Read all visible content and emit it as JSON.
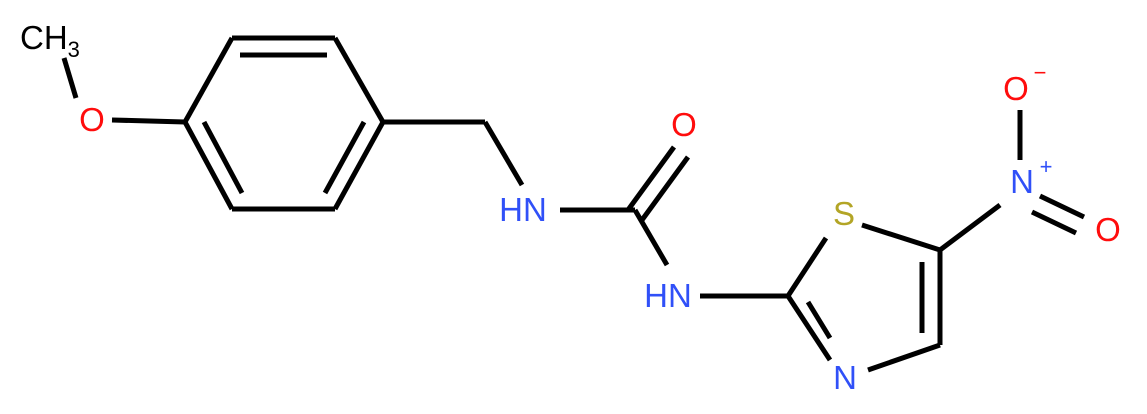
{
  "atoms": {
    "methyl": {
      "main": "CH",
      "sub": "3"
    },
    "ether_o": {
      "text": "O"
    },
    "nh_left": {
      "text": "HN"
    },
    "carbonyl_o": {
      "text": "O"
    },
    "nh_right": {
      "text": "HN"
    },
    "sulfur": {
      "text": "S"
    },
    "ring_n": {
      "text": "N"
    },
    "nitro_n": {
      "text": "N",
      "charge": "+"
    },
    "nitro_o_neg": {
      "text": "O",
      "charge": "−"
    },
    "nitro_o": {
      "text": "O"
    }
  },
  "colors": {
    "carbon": "#000000",
    "oxygen": "#ff0d0d",
    "nitrogen": "#3050f8",
    "sulfur": "#b3a526"
  }
}
